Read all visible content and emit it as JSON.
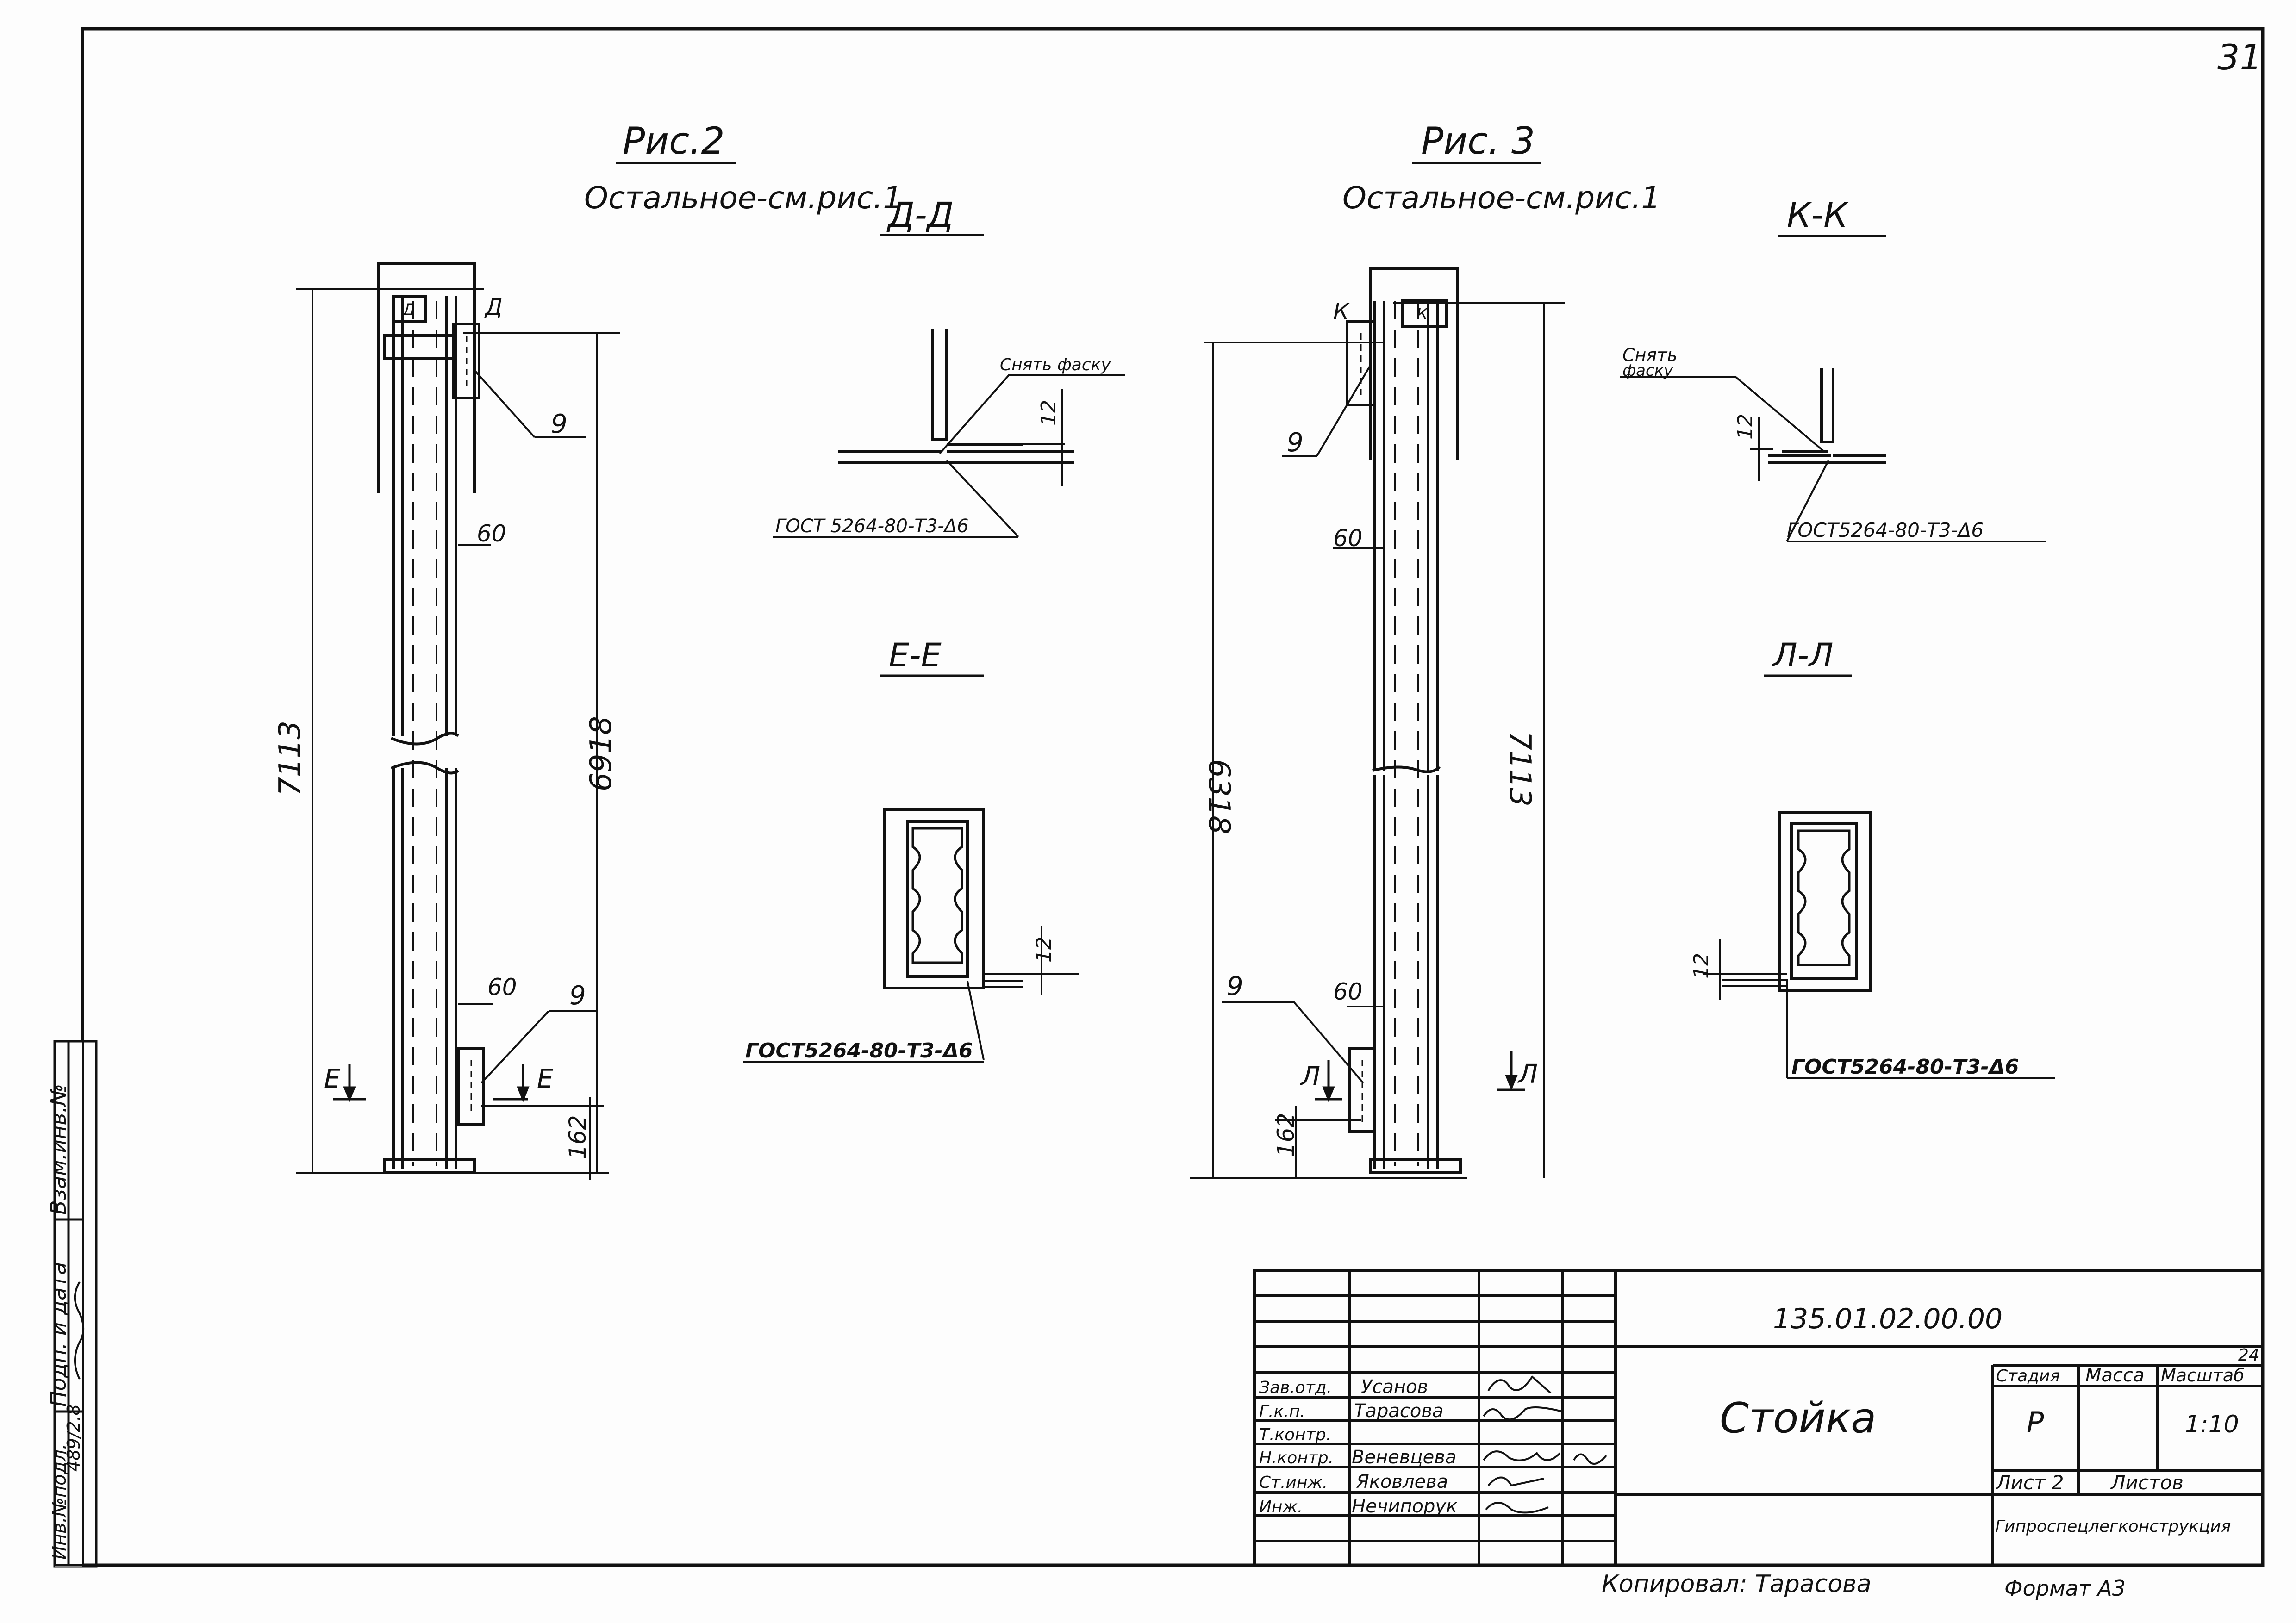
{
  "sheet_number": "31",
  "fig2": {
    "title": "Рис.2",
    "subtitle": "Остальное-см.рис.1",
    "dim_total": "7113",
    "dim_column": "6918",
    "dim_60_top": "60",
    "dim_60_bottom": "60",
    "dim_162": "162",
    "label_9_top": "9",
    "label_9_bottom": "9",
    "cut_top": "Д",
    "cut_bottom_left": "Е",
    "cut_bottom_right": "Е"
  },
  "fig3": {
    "title": "Рис. 3",
    "subtitle": "Остальное-см.рис.1",
    "dim_total": "7113",
    "dim_column": "6318",
    "dim_60_top": "60",
    "dim_60_bottom": "60",
    "dim_162": "162",
    "label_9_top": "9",
    "label_9_bottom": "9",
    "cut_top": "К",
    "cut_bottom_left": "Л",
    "cut_bottom_right": "Л"
  },
  "sections": {
    "dd": {
      "title": "Д-Д",
      "note": "Снять фаску",
      "dim": "12",
      "gost": "ГОСТ 5264-80-Т3-Δ6"
    },
    "ee": {
      "title": "Е-Е",
      "dim": "12",
      "gost": "ГОСТ5264-80-Т3-Δ6"
    },
    "kk": {
      "title": "К-К",
      "note_line1": "Снять",
      "note_line2": "фаску",
      "dim": "12",
      "gost": "ГОСТ5264-80-Т3-Δ6"
    },
    "ll": {
      "title": "Л-Л",
      "dim": "12",
      "gost": "ГОСТ5264-80-Т3-Δ6"
    }
  },
  "title_block": {
    "doc_code": "135.01.02.00.00",
    "page_ref": "24",
    "item_name": "Стойка",
    "col_stage": "Стадия",
    "col_mass": "Масса",
    "col_scale": "Масштаб",
    "stage": "Р",
    "mass": "",
    "scale": "1:10",
    "sheet_label": "Лист 2",
    "sheets_label": "Листов",
    "organization": "Гипроспецлегконструкция",
    "staff": [
      {
        "role": "Зав.отд.",
        "name": "Усанов"
      },
      {
        "role": "Г.к.п.",
        "name": "Тарасова"
      },
      {
        "role": "Т.контр.",
        "name": ""
      },
      {
        "role": "Н.контр.",
        "name": "Веневцева"
      },
      {
        "role": "Ст.инж.",
        "name": "Яковлева"
      },
      {
        "role": "Инж.",
        "name": "Нечипорук"
      }
    ],
    "copied_by": "Копировал: Тарасова",
    "format": "Формат А3"
  },
  "side_stamp": {
    "col1_label": "Инв.№подл.",
    "col1_value": "489/2.8",
    "col2_label": "Подп. и дата",
    "col3_label": "Взам.инв.№"
  }
}
